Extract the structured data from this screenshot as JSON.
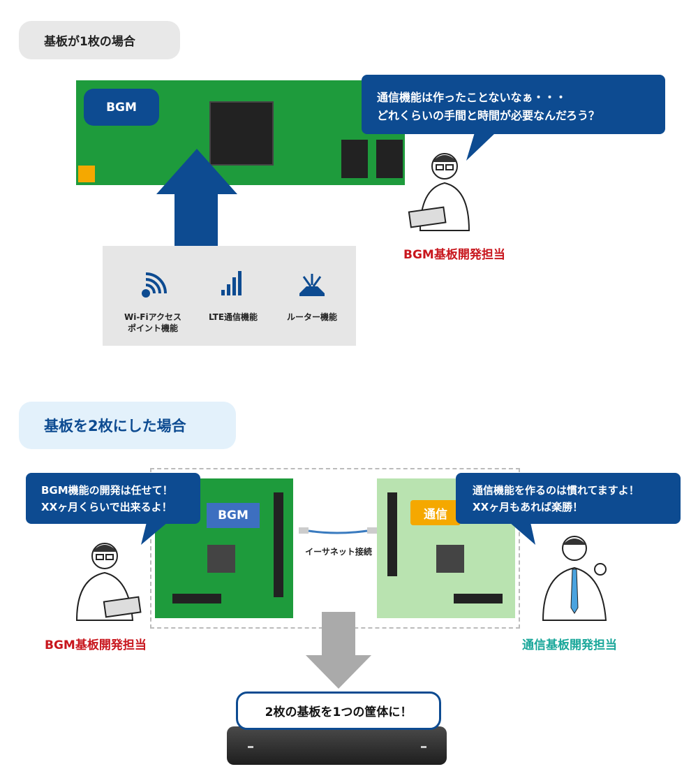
{
  "section1": {
    "title": "基板が1枚の場合",
    "board_label": "BGM",
    "bubble": [
      "通信機能は作ったことないなぁ・・・",
      "どれくらいの手間と時間が必要なんだろう？"
    ],
    "role": "BGM基板開発担当",
    "features": [
      {
        "icon": "wifi-icon",
        "label": "Wi-Fiアクセス\nポイント機能"
      },
      {
        "icon": "signal-bars-icon",
        "label": "LTE通信機能"
      },
      {
        "icon": "router-icon",
        "label": "ルーター機能"
      }
    ]
  },
  "section2": {
    "title": "基板を2枚にした場合",
    "bgm_label": "BGM",
    "comm_label": "通信",
    "ethernet_label": "イーサネット接続",
    "left_bubble": [
      "BGM機能の開発は任せて！",
      "XXヶ月くらいで出来るよ！"
    ],
    "right_bubble": [
      "通信機能を作るのは慣れてますよ！",
      "XXヶ月もあれば楽勝！"
    ],
    "left_role": "BGM基板開発担当",
    "right_role": "通信基板開発担当",
    "result": "2枚の基板を1つの筐体に！"
  },
  "colors": {
    "blue": "#0d4b91",
    "red": "#c8161d",
    "teal": "#1aa79a",
    "orange": "#f5a800"
  }
}
